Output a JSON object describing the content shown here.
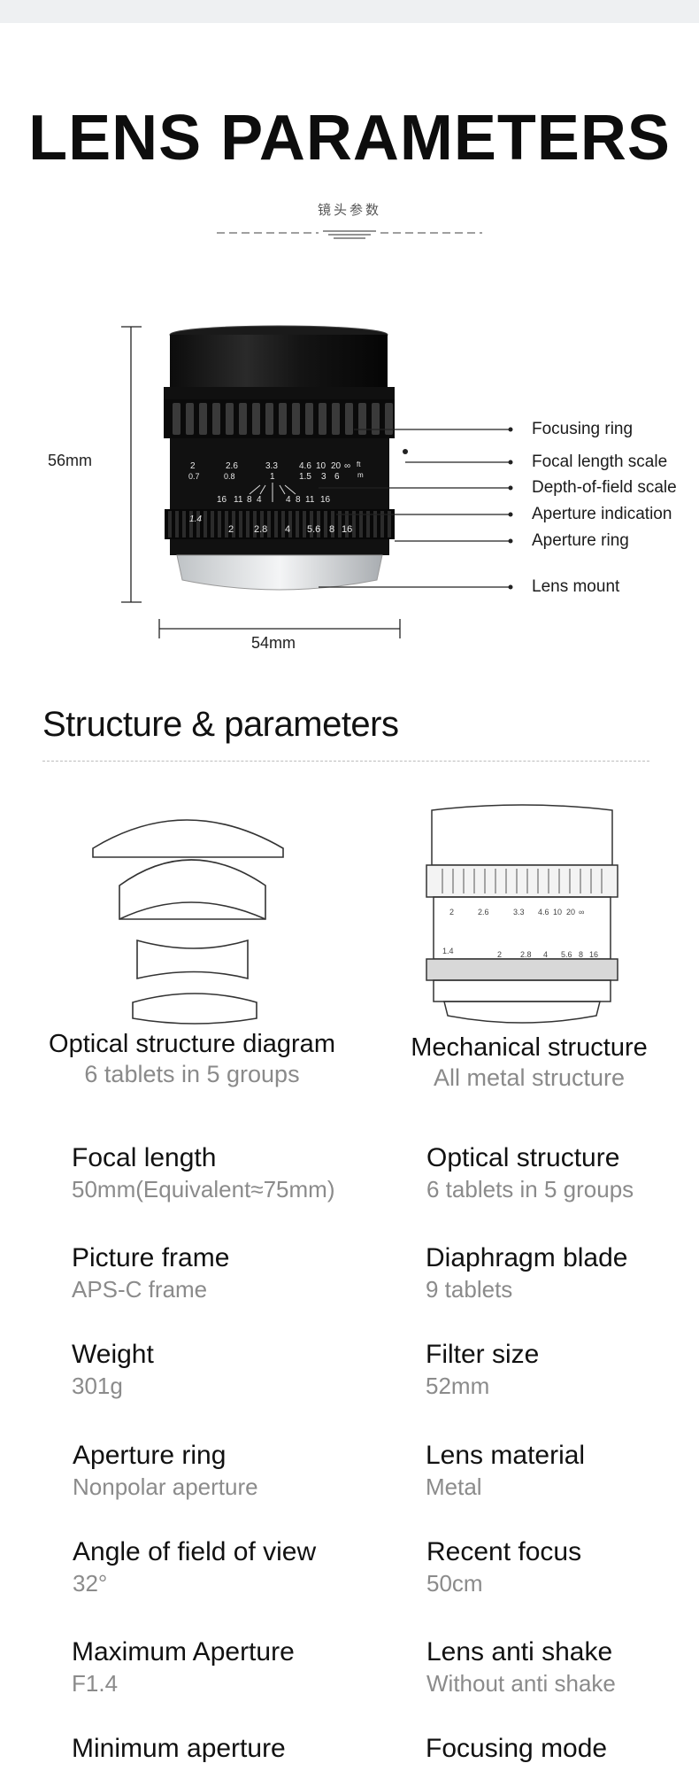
{
  "header": {
    "title": "LENS PARAMETERS",
    "subtitle": "镜头参数"
  },
  "lens_diagram": {
    "height_label": "56mm",
    "width_label": "54mm",
    "lens_scale_text": {
      "top_row": [
        "2",
        "2.6",
        "3.3",
        "4.6",
        "10",
        "20",
        "∞",
        "ft"
      ],
      "bottom_row": [
        "0.7",
        "0.8",
        "1",
        "1.5",
        "3",
        "6",
        "m"
      ],
      "dof_row": [
        "16",
        "11",
        "8",
        "4",
        "4",
        "8",
        "11",
        "16"
      ],
      "aperture_row": [
        "1.4",
        "2",
        "2.8",
        "4",
        "5.6",
        "8",
        "16"
      ]
    },
    "callouts": [
      "Focusing ring",
      "Focal length scale",
      "Depth-of-field scale",
      "Aperture indication",
      "Aperture ring",
      "Lens mount"
    ]
  },
  "structure": {
    "section_title": "Structure & parameters",
    "optical": {
      "title": "Optical structure diagram",
      "subtitle": "6 tablets in 5 groups"
    },
    "mechanical": {
      "title": "Mechanical structure",
      "subtitle": "All metal structure"
    }
  },
  "parameters": [
    {
      "label": "Focal length",
      "value": "50mm(Equivalent≈75mm)"
    },
    {
      "label": "Optical structure",
      "value": "6 tablets in 5 groups"
    },
    {
      "label": "Picture frame",
      "value": "APS-C frame"
    },
    {
      "label": "Diaphragm blade",
      "value": "9 tablets"
    },
    {
      "label": "Weight",
      "value": "301g"
    },
    {
      "label": "Filter size",
      "value": "52mm"
    },
    {
      "label": "Aperture ring",
      "value": "Nonpolar aperture"
    },
    {
      "label": "Lens material",
      "value": "Metal"
    },
    {
      "label": "Angle of field of view",
      "value": "32°"
    },
    {
      "label": "Recent focus",
      "value": "50cm"
    },
    {
      "label": "Maximum Aperture",
      "value": "F1.4"
    },
    {
      "label": "Lens anti shake",
      "value": "Without anti shake"
    },
    {
      "label": "Minimum aperture",
      "value": ""
    },
    {
      "label": "Focusing mode",
      "value": ""
    }
  ]
}
